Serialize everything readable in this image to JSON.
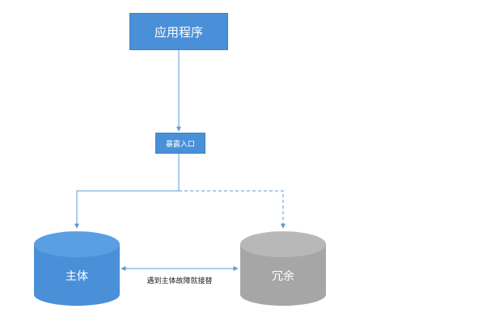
{
  "app_node": {
    "label": "应用程序",
    "color": "#4a90d9"
  },
  "entry_node": {
    "label": "暴露入口",
    "color": "#4a90d9"
  },
  "main_db": {
    "label": "主体",
    "color": "#4a90d9"
  },
  "redundant_db": {
    "label": "冗余",
    "color": "#a6a6a6"
  },
  "failover_edge": {
    "label": "遇到主体故障就接替"
  },
  "connector_color": "#5b9bd5"
}
